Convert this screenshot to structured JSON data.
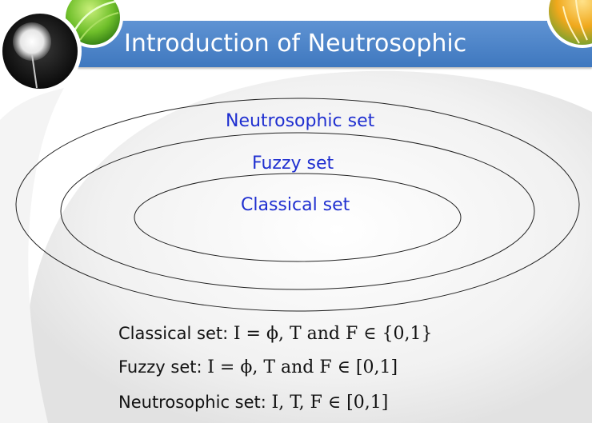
{
  "slide": {
    "title": "Introduction of Neutrosophic"
  },
  "diagram": {
    "sets": [
      {
        "label": "Neutrosophic set"
      },
      {
        "label": "Fuzzy set"
      },
      {
        "label": "Classical set"
      }
    ],
    "label_color": "#1f2fd0"
  },
  "formulas": [
    {
      "lead": "Classical set: ",
      "math": "I = ϕ, T and F ∈ {0,1}"
    },
    {
      "lead": "Fuzzy set: ",
      "math": "I = ϕ, T and F ∈ [0,1]"
    },
    {
      "lead": "Neutrosophic set: ",
      "math": "I, T, F ∈ [0,1]"
    }
  ],
  "colors": {
    "title_bar": "#4a84c8",
    "title_text": "#ffffff"
  },
  "decorations": {
    "left_photo": "dandelion-photo",
    "top_leaf": "green-leaf-icon",
    "right_photo": "yellow-tulips-photo"
  }
}
